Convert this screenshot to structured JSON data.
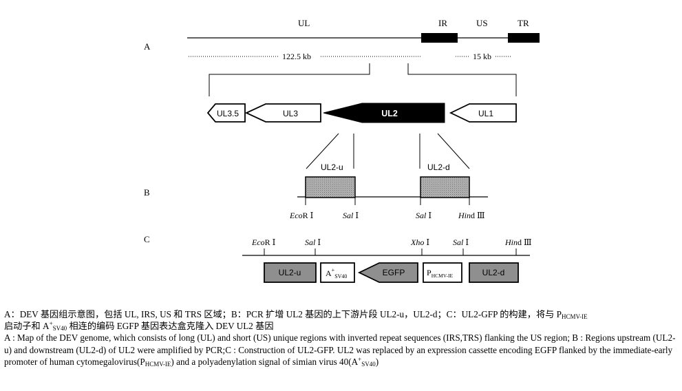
{
  "panel_labels": {
    "a": "A",
    "b": "B",
    "c": "C"
  },
  "genome": {
    "ul": "UL",
    "ir": "IR",
    "us": "US",
    "tr": "TR",
    "ul_length": "122.5 kb",
    "us_length": "15 kb"
  },
  "genes": {
    "ul35": "UL3.5",
    "ul3": "UL3",
    "ul2": "UL2",
    "ul1": "UL1"
  },
  "fragments": {
    "upstream": "UL2-u",
    "downstream": "UL2-d"
  },
  "sites_b": {
    "ecor_italic": "Eco",
    "ecor_rest": "R Ⅰ",
    "sal1_italic": "Sal",
    "sal1_rest": " Ⅰ",
    "sal2_italic": "Sal",
    "sal2_rest": " Ⅰ",
    "hind_italic": "Hin",
    "hind_rest": "d Ⅲ"
  },
  "sites_c": {
    "ecor_italic": "Eco",
    "ecor_rest": "R Ⅰ",
    "sal1_italic": "Sal",
    "sal1_rest": " Ⅰ",
    "xho_italic": "Xho",
    "xho_rest": " Ⅰ",
    "sal2_italic": "Sal",
    "sal2_rest": " Ⅰ",
    "hind_italic": "Hin",
    "hind_rest": "d Ⅲ"
  },
  "cassette": {
    "ul2u": "UL2-u",
    "polya_main": "A",
    "polya_sup": "+",
    "polya_sub": "SV40",
    "egfp": "EGFP",
    "promoter_main": "P",
    "promoter_sub": "HCMV-IE",
    "ul2d": "UL2-d"
  },
  "caption": {
    "cn_1": "A：DEV 基因组示意图，包括 UL, IRS, US 和 TRS 区域；B：PCR 扩增 UL2 基因的上下游片段 UL2-u，UL2-d；C：UL2-GFP 的构建，将与 P",
    "cn_sub1": "HCMV-IE",
    "cn_2": "启动子和 A",
    "cn_sup": "+",
    "cn_sub2": "SV40",
    "cn_3": " 相连的编码 EGFP 基因表达盒克隆入 DEV UL2 基因",
    "en_1": "A : Map of the DEV genome, which consists of long (UL) and short (US) unique regions with inverted repeat sequences (IRS,TRS) flanking the US region; B : Regions upstream (UL2-u) and downstream (UL2-d) of UL2 were amplified by PCR;C : Construction of   UL2-GFP. UL2 was replaced by an expression cassette encoding EGFP flanked by the immediate-early promoter of human cytomegalovirus(P",
    "en_sub1": "HCMV-IE",
    "en_2": ") and a polyadenylation signal of simian virus 40(A",
    "en_sup": "+",
    "en_sub2": "SV40",
    "en_3": ")"
  }
}
